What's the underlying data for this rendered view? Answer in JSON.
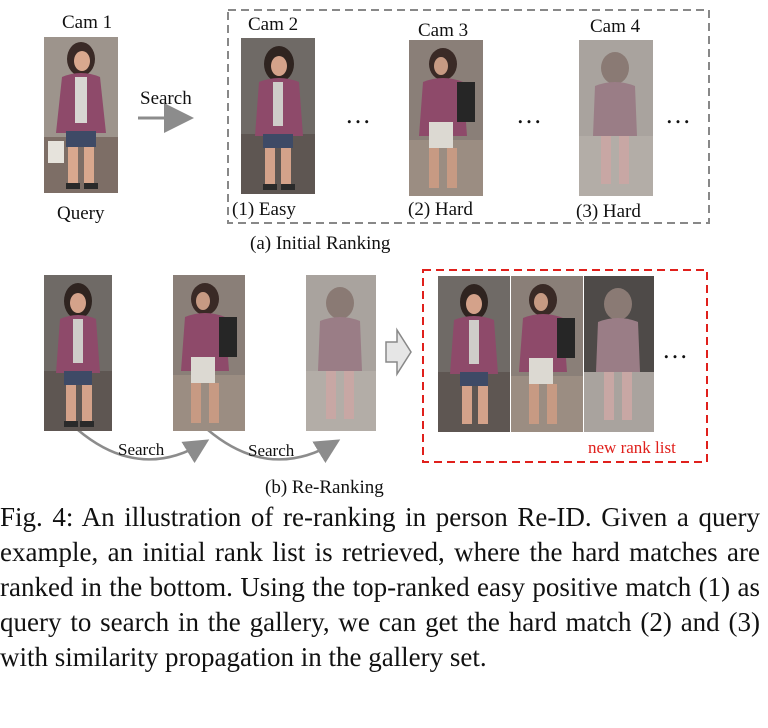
{
  "figure": {
    "top": {
      "query_cam": "Cam 1",
      "query_label": "Query",
      "search_label": "Search",
      "cams": [
        "Cam 2",
        "Cam 3",
        "Cam 4"
      ],
      "match_labels": [
        "(1) Easy",
        "(2) Hard",
        "(3) Hard"
      ],
      "ellipsis": "…",
      "subtitle": "(a) Initial Ranking"
    },
    "bottom": {
      "search_label_1": "Search",
      "search_label_2": "Search",
      "new_rank_label": "new rank list",
      "ellipsis": "…",
      "subtitle": "(b) Re-Ranking"
    },
    "colors": {
      "dashed_gray": "#888888",
      "dashed_red": "#e0201c",
      "arrow_gray": "#8c8c8c",
      "shirt": "#8e4a6a",
      "pavement": "#7d6e66"
    }
  },
  "caption": {
    "prefix": "Fig. 4:",
    "text": "An illustration of re-ranking in person Re-ID. Given a query example, an initial rank list is retrieved, where the hard matches are ranked in the bottom. Using the top-ranked easy positive match (1) as query to search in the gallery, we can get the hard match (2) and (3) with similarity propagation in the gallery set."
  }
}
